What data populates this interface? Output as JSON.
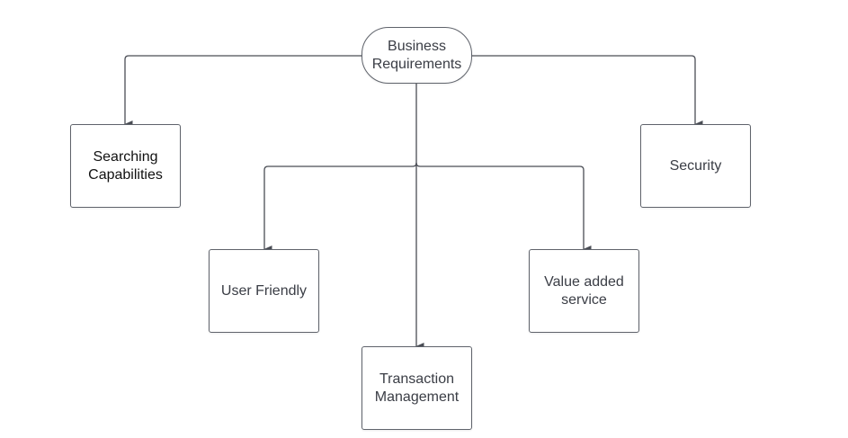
{
  "diagram": {
    "root": {
      "label": "Business\nRequirements"
    },
    "children": [
      {
        "id": "searching",
        "label": "Searching\nCapabilities"
      },
      {
        "id": "security",
        "label": "Security"
      },
      {
        "id": "user-friendly",
        "label": "User Friendly"
      },
      {
        "id": "transaction",
        "label": "Transaction\nManagement"
      },
      {
        "id": "value-added",
        "label": "Value added\nservice"
      }
    ]
  },
  "colors": {
    "line": "#4a4d55",
    "border": "#5f636b",
    "text": "#3a3d45"
  }
}
